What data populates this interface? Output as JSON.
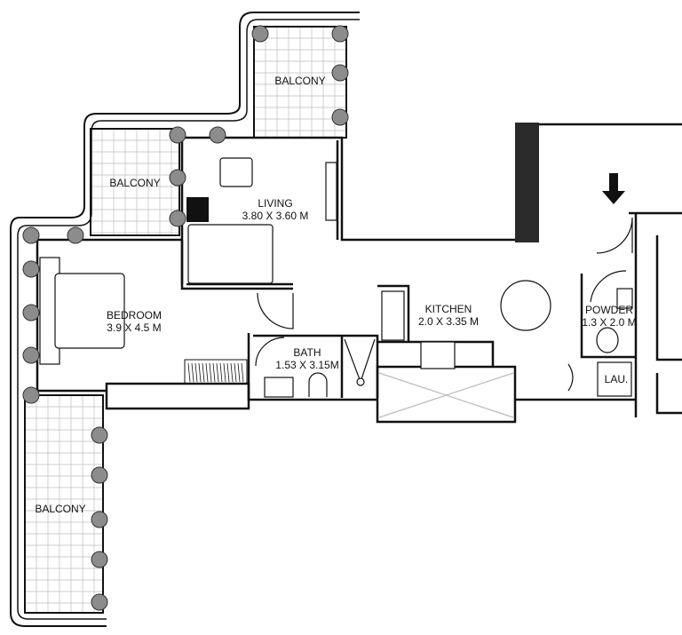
{
  "rooms": {
    "balcony_top": {
      "name": "BALCONY"
    },
    "balcony_left": {
      "name": "BALCONY"
    },
    "balcony_bottom": {
      "name": "BALCONY"
    },
    "living": {
      "name": "LIVING",
      "size": "3.80 X 3.60 M"
    },
    "bedroom": {
      "name": "BEDROOM",
      "size": "3.9 X 4.5 M"
    },
    "bath": {
      "name": "BATH",
      "size": "1.53 X 3.15M"
    },
    "kitchen": {
      "name": "KITCHEN",
      "size": "2.0 X 3.35 M"
    },
    "powder": {
      "name": "POWDER",
      "size": "1.3 X 2.0 M"
    },
    "laundry": {
      "name": "LAU."
    }
  },
  "colors": {
    "wall": "#111111",
    "plant": "#8c8c8c",
    "pillar": "#2a2a2a",
    "grid": "#bdbdbd"
  },
  "entrance_icon": "arrow-down-icon"
}
